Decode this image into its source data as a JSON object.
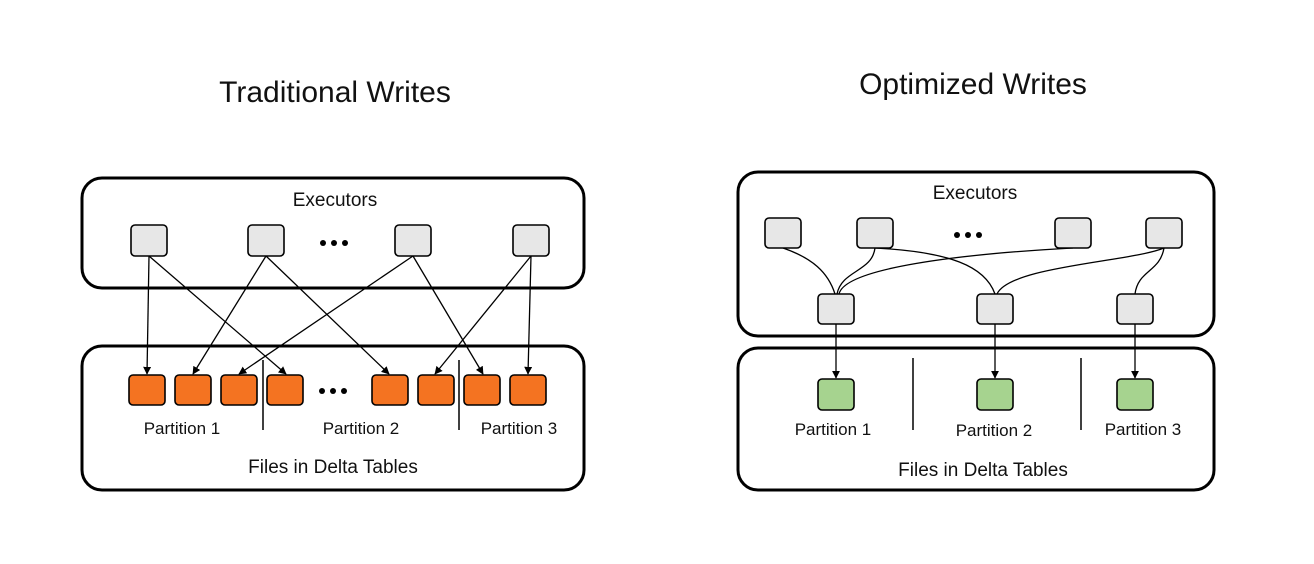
{
  "traditional": {
    "title": "Traditional Writes",
    "executors_label": "Executors",
    "ellipsis": "•••",
    "partitions": [
      "Partition 1",
      "Partition 2",
      "Partition 3"
    ],
    "files_label": "Files in Delta Tables",
    "file_color": "#f47321"
  },
  "optimized": {
    "title": "Optimized Writes",
    "executors_label": "Executors",
    "ellipsis": "•••",
    "partitions": [
      "Partition 1",
      "Partition 2",
      "Partition 3"
    ],
    "files_label": "Files in Delta Tables",
    "file_color": "#a6d38f"
  },
  "node_color": "#e7e7e7"
}
